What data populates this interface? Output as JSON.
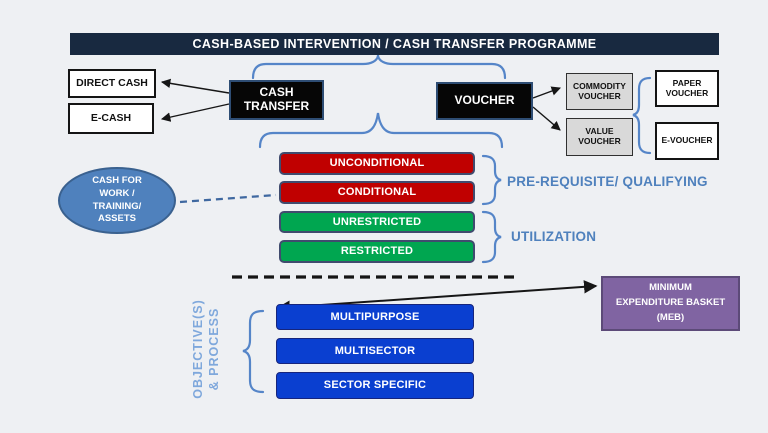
{
  "banner": {
    "title": "CASH-BASED INTERVENTION / CASH TRANSFER PROGRAMME"
  },
  "cash_transfer": {
    "label": "CASH TRANSFER",
    "modalities": [
      "DIRECT CASH",
      "E-CASH"
    ]
  },
  "voucher": {
    "label": "VOUCHER",
    "types": [
      "COMMODITY VOUCHER",
      "VALUE VOUCHER"
    ],
    "forms": [
      "PAPER VOUCHER",
      "E-VOUCHER"
    ]
  },
  "qualifying": {
    "items": [
      "UNCONDITIONAL",
      "CONDITIONAL"
    ],
    "label": "PRE-REQUISITE/ QUALIFYING"
  },
  "utilization": {
    "items": [
      "UNRESTRICTED",
      "RESTRICTED"
    ],
    "label": "UTILIZATION"
  },
  "cash_for_ellipse": {
    "lines": [
      "CASH FOR",
      "WORK /",
      "TRAINING/",
      "ASSETS"
    ]
  },
  "objectives": {
    "label_lines": [
      "OBJECTIVE(S)",
      "& PROCESS"
    ],
    "items": [
      "MULTIPURPOSE",
      "MULTISECTOR",
      "SECTOR SPECIFIC"
    ]
  },
  "meb": {
    "lines": [
      "MINIMUM",
      "EXPENDITURE BASKET",
      "(MEB)"
    ]
  },
  "colors": {
    "background": "#eef0f3",
    "banner_bg": "#182940",
    "black_box_bg": "#060606",
    "black_box_border": "#2e4d74",
    "gray_box_bg": "#d9d9d9",
    "red_pill": "#c00000",
    "green_pill": "#00a650",
    "pill_border": "#404b6e",
    "blue_box": "#0a3fd0",
    "purple_box": "#8064a2",
    "ellipse_blue": "#4f81bd",
    "accent_blue_text": "#4f81bd",
    "rotated_label_blue": "#7fa8dc",
    "connector_black": "#161616"
  }
}
